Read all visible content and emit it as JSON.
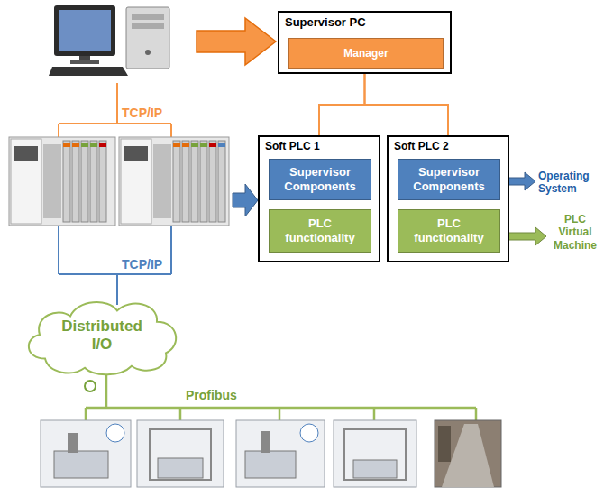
{
  "diagram": {
    "nodes": [
      {
        "text": [
          "Supervisor PC"
        ]
      },
      {
        "text": [
          "Manager"
        ],
        "in": 0
      },
      {
        "text": [
          "Soft PLC 1"
        ]
      },
      {
        "text": [
          "Supervisor Components"
        ],
        "in": 2
      },
      {
        "text": [
          "PLC functionality"
        ],
        "in": 2
      },
      {
        "text": [
          "Soft PLC 2"
        ]
      },
      {
        "text": [
          "Supervisor Components"
        ],
        "in": 5
      },
      {
        "text": [
          "PLC functionality"
        ],
        "in": 5
      },
      {
        "text": [
          "Distributed I/O"
        ]
      }
    ],
    "edges": [
      {
        "from": 0,
        "to": 2,
        "arrow": "none"
      },
      {
        "from": 0,
        "to": 5,
        "arrow": "none"
      }
    ],
    "labels": [
      "TCP/IP",
      "Operating System",
      "PLC Virtual Machine",
      "TCP/IP",
      "Profibus"
    ]
  }
}
